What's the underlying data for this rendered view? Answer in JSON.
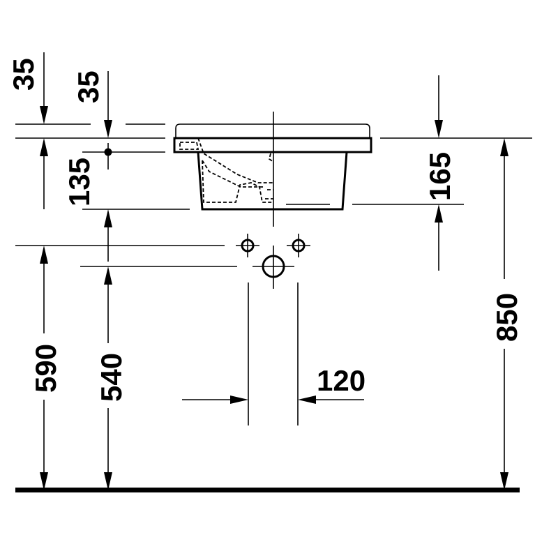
{
  "diagram": {
    "title": "",
    "colors": {
      "line": "#000000",
      "background": "#ffffff"
    },
    "dimensions": {
      "rim_top_left": "35",
      "rim_top_inner": "35",
      "overflow_to_bowl_bottom": "135",
      "bowl_depth": "165",
      "supply_height": "590",
      "waste_height": "540",
      "rim_height": "850",
      "supply_spacing": "120"
    },
    "components": {
      "sink": "washbasin-section-view",
      "supply_holes": 2,
      "waste_hole": 1,
      "floor": "floor-line"
    }
  }
}
